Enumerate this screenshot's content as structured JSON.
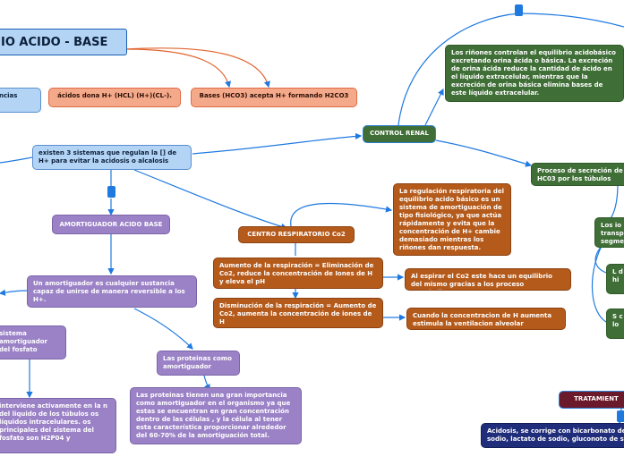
{
  "nodes": {
    "title": "IO ACIDO - BASE",
    "left_blue": "ncias",
    "acids": "ácidos dona H+ (HCL) (H+)(CL-).",
    "bases": "Bases (HCO3) acepta H+ formando H2CO3",
    "systems": "existen 3 sistemas que regulan la [] de H+ para evitar la acidosis o alcalosis",
    "renal_control": "CONTROL RENAL",
    "kidneys": "Los riñones controlan el equilibrio acidobásico excretando orina ácida o básica. La excreción de orina ácida reduce la cantidad de ácido en el líquido extracelular, mientras que la excreción de orina básica elimina bases de este líquido extracelular.",
    "hco3_secretion": "Proceso de secreción de HC03 por los túbulos",
    "green_right_1": "Los io transp segme",
    "green_right_2": "L d hi",
    "green_right_3": "S c lo",
    "buffer_header": "AMORTIGUADOR ACIDO BASE",
    "buffer_def": "Un amortiguador es cualquier sustancia capaz de unirse de manera reversible a los H+.",
    "phosphate_system": "sistema amortiguador del fosfato",
    "phosphate_detail": "interviene activamente en la n del liquido de los túbulos os líquidos intracelulares. os principales del sistema del fosfato son H2P04 y",
    "proteins": "Las proteinas como amortiguador",
    "proteins_detail": "Las proteinas tienen una gran importancia como amortiguador en el organismo ya que estas se encuentran en gran concentración dentro de las células , y la célula al tener esta característica proporcionar alrededor del 60-70% de la amortiguación total.",
    "respiratory_center": "CENTRO RESPIRATORIO Co2",
    "respiratory_reg": "La regulación respiratoria del equilibrio acido básico es un sistema de amortiguación de tipo fisiológico, ya que actúa rápidamente y evita que la concentración de H+ cambie demasiado mientras los riñones dan respuesta.",
    "resp_increase": "Aumento de la respiración = Eliminación de Co2, reduce la concentración de Iones de H y eleva el pH",
    "exhale_co2": "Al espirar el Co2 este hace un equilibrio del mismo gracias a los proceso metabolicos",
    "resp_decrease": "Disminución de la respiración = Aumento de Co2, aumenta la concentración de iones de H",
    "h_increase": "Cuando la concentracion de H aumenta estimula la ventilacion alveolar",
    "treatment": "TRATAMIENT",
    "acidosis": "Acidosis, se corrige con bicarbonato de sodio, lactato de sodio, gluconoto de s"
  },
  "colors": {
    "blue": "#b3d4f5",
    "salmon": "#f4a98a",
    "green": "#3f6e36",
    "purple": "#9b82c6",
    "orange": "#b45a1b",
    "navy": "#1f2d7a",
    "maroon": "#6b1a2c",
    "connector": "#1f7ae0"
  }
}
